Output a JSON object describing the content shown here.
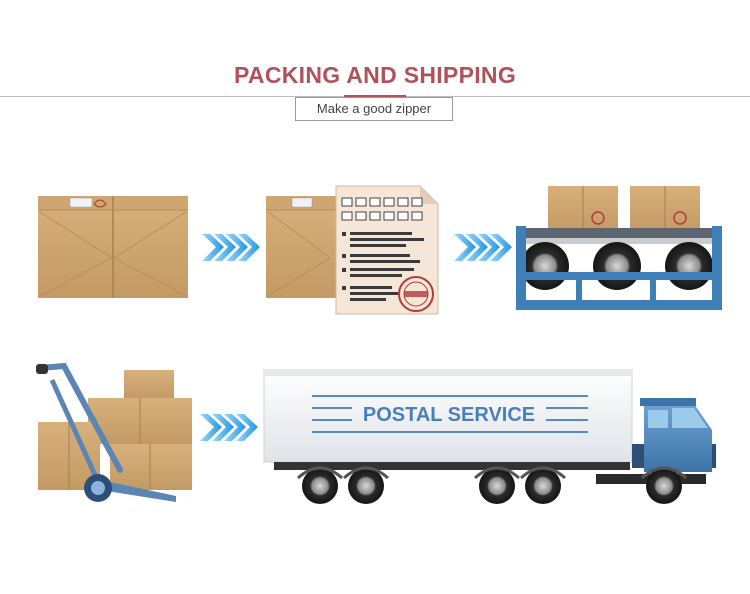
{
  "header": {
    "title": "PACKING AND SHIPPING",
    "subtitle": "Make a good zipper"
  },
  "truck": {
    "side_label": "POSTAL SERVICE"
  },
  "colors": {
    "title": "#b0525a",
    "accent": "#b0525a",
    "arrow": "#2aa0e4",
    "cardboard": "#c9a06b",
    "cardboard_dark": "#b0875a",
    "truck_blue": "#4a84b8",
    "trailer": "#eef0f3",
    "label_blue": "#4a7fbf"
  },
  "icons": {
    "step_arrow": "chevron-right-icon",
    "box": "cardboard-box-icon",
    "document": "document-icon",
    "stamp": "stamp-icon",
    "conveyor": "conveyor-icon",
    "hand_truck": "hand-truck-icon",
    "truck": "truck-icon"
  }
}
